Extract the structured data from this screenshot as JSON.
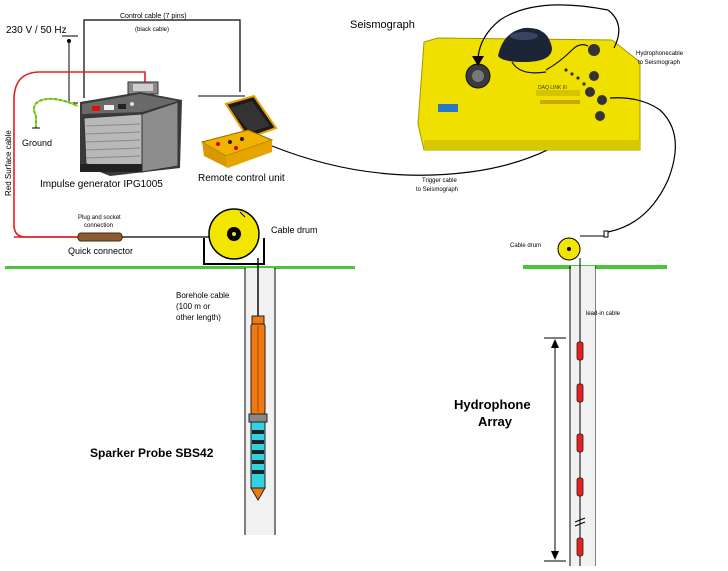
{
  "labels": {
    "power": "230 V / 50 Hz",
    "control_cable_1": "Control cable (7 pins)",
    "control_cable_2": "(black cable)",
    "seismograph": "Seismograph",
    "hydrophone_cable_1": "Hydrophonecable",
    "hydrophone_cable_2": "to Seismograph",
    "red_surface_cable": "Red Surface cable",
    "ground": "Ground",
    "impulse_generator": "Impulse generator IPG1005",
    "remote_control": "Remote control unit",
    "trigger_cable_1": "Trigger cable",
    "trigger_cable_2": "to Seismograph",
    "plug_socket_1": "Plug and socket",
    "plug_socket_2": "connection",
    "quick_connector": "Quick connector",
    "cable_drum_left": "Cable drum",
    "cable_drum_right": "Cable drum",
    "borehole_cable_1": "Borehole cable",
    "borehole_cable_2": "(100 m  or",
    "borehole_cable_3": "other length)",
    "lead_in_cable": "lead-in cable",
    "hydrophone_array_1": "Hydrophone",
    "hydrophone_array_2": "Array",
    "sparker_probe": "Sparker Probe SBS42",
    "seis_panel_text": "DAQ LINK III"
  },
  "colors": {
    "ground_green": "#4cc43a",
    "red_cable": "#e02020",
    "yellow_drum": "#f2e600",
    "seismograph_body": "#f0e000",
    "probe_orange": "#f07a10",
    "probe_cyan": "#2fd3e0",
    "hydrophone_red": "#e81f1f"
  }
}
